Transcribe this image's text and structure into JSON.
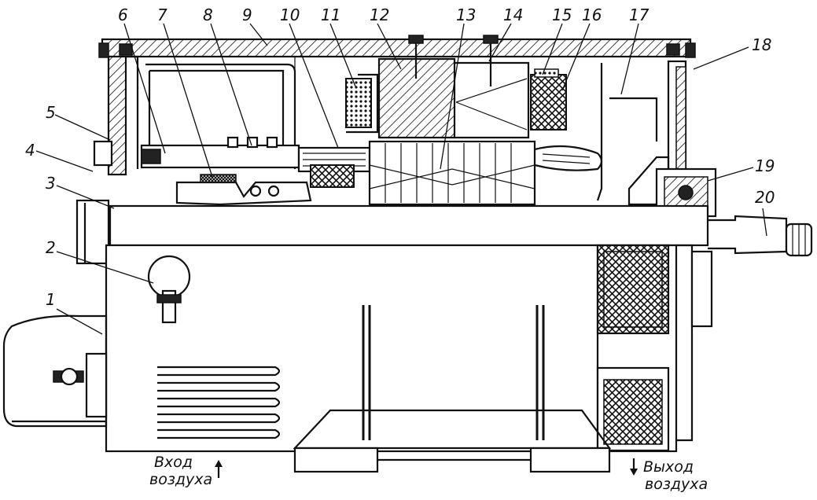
{
  "callouts": [
    "1",
    "2",
    "3",
    "4",
    "5",
    "6",
    "7",
    "8",
    "9",
    "10",
    "11",
    "12",
    "13",
    "14",
    "15",
    "16",
    "17",
    "18",
    "19",
    "20"
  ],
  "captions": {
    "air_in_line1": "Вход",
    "air_in_line2": "воздуха",
    "air_out_line1": "Выход",
    "air_out_line2": "воздуха"
  },
  "colors": {
    "ink": "#111111",
    "paper": "#ffffff"
  }
}
